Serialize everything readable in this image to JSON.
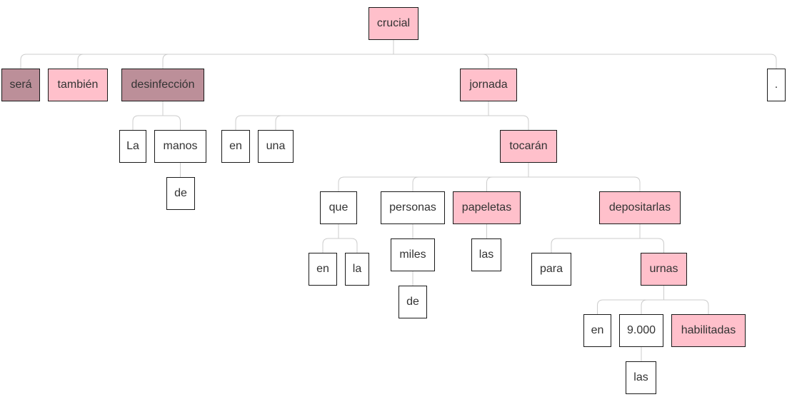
{
  "colors": {
    "highlight_pink": "#ffc0cb",
    "highlight_mauve": "#bc8f99",
    "connector": "#cccccc",
    "border": "#1a1a1a",
    "text": "#333333"
  },
  "nodes": {
    "crucial": {
      "label": "crucial",
      "highlight": "pink"
    },
    "sera": {
      "label": "será",
      "highlight": "mauve"
    },
    "tambien": {
      "label": "también",
      "highlight": "pink"
    },
    "desinfeccion": {
      "label": "desinfección",
      "highlight": "mauve"
    },
    "jornada": {
      "label": "jornada",
      "highlight": "pink"
    },
    "period": {
      "label": ".",
      "highlight": "none"
    },
    "la_det": {
      "label": "La",
      "highlight": "none"
    },
    "manos": {
      "label": "manos",
      "highlight": "none"
    },
    "de_manos": {
      "label": "de",
      "highlight": "none"
    },
    "en_jornada": {
      "label": "en",
      "highlight": "none"
    },
    "una": {
      "label": "una",
      "highlight": "none"
    },
    "tocaran": {
      "label": "tocarán",
      "highlight": "pink"
    },
    "que": {
      "label": "que",
      "highlight": "none"
    },
    "personas": {
      "label": "personas",
      "highlight": "none"
    },
    "papeletas": {
      "label": "papeletas",
      "highlight": "pink"
    },
    "depositarlas": {
      "label": "depositarlas",
      "highlight": "pink"
    },
    "en_que": {
      "label": "en",
      "highlight": "none"
    },
    "la_que": {
      "label": "la",
      "highlight": "none"
    },
    "miles": {
      "label": "miles",
      "highlight": "none"
    },
    "de_miles": {
      "label": "de",
      "highlight": "none"
    },
    "las_papeletas": {
      "label": "las",
      "highlight": "none"
    },
    "para": {
      "label": "para",
      "highlight": "none"
    },
    "urnas": {
      "label": "urnas",
      "highlight": "pink"
    },
    "en_urnas": {
      "label": "en",
      "highlight": "none"
    },
    "num_9000": {
      "label": "9.000",
      "highlight": "none"
    },
    "habilitadas": {
      "label": "habilitadas",
      "highlight": "pink"
    },
    "las_9000": {
      "label": "las",
      "highlight": "none"
    }
  },
  "edges": [
    [
      "crucial",
      "sera"
    ],
    [
      "crucial",
      "tambien"
    ],
    [
      "crucial",
      "desinfeccion"
    ],
    [
      "crucial",
      "jornada"
    ],
    [
      "crucial",
      "period"
    ],
    [
      "desinfeccion",
      "la_det"
    ],
    [
      "desinfeccion",
      "manos"
    ],
    [
      "manos",
      "de_manos"
    ],
    [
      "jornada",
      "en_jornada"
    ],
    [
      "jornada",
      "una"
    ],
    [
      "jornada",
      "tocaran"
    ],
    [
      "tocaran",
      "que"
    ],
    [
      "tocaran",
      "personas"
    ],
    [
      "tocaran",
      "papeletas"
    ],
    [
      "tocaran",
      "depositarlas"
    ],
    [
      "que",
      "en_que"
    ],
    [
      "que",
      "la_que"
    ],
    [
      "personas",
      "miles"
    ],
    [
      "miles",
      "de_miles"
    ],
    [
      "papeletas",
      "las_papeletas"
    ],
    [
      "depositarlas",
      "para"
    ],
    [
      "depositarlas",
      "urnas"
    ],
    [
      "urnas",
      "en_urnas"
    ],
    [
      "urnas",
      "num_9000"
    ],
    [
      "urnas",
      "habilitadas"
    ],
    [
      "num_9000",
      "las_9000"
    ]
  ]
}
